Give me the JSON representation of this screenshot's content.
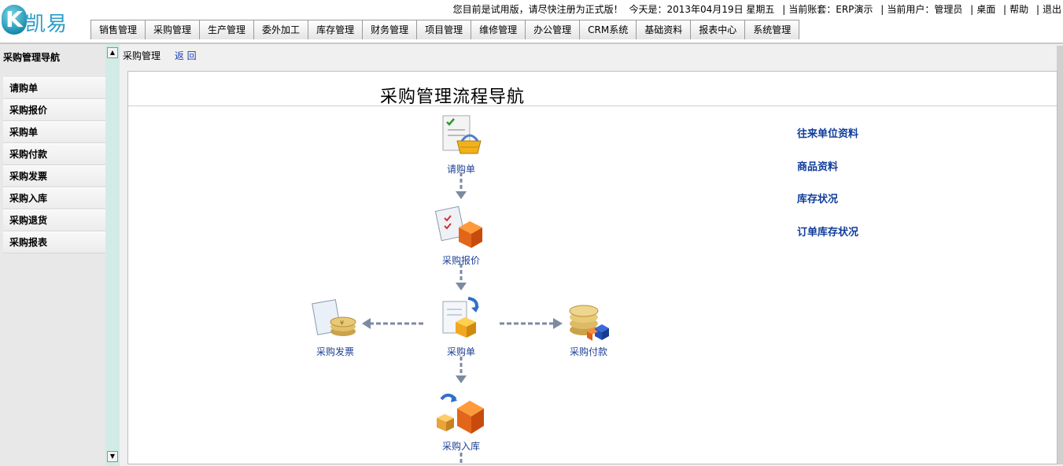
{
  "app": {
    "logo_letter": "K",
    "logo_text": "凯易通"
  },
  "topbar": {
    "trial_notice": "您目前是试用版，请尽快注册为正式版！",
    "date": "今天是：2013年04月19日  星期五",
    "account": "当前账套：ERP演示",
    "user": "当前用户：管理员",
    "desktop": "桌面",
    "help": "帮助",
    "logout": "退出"
  },
  "nav": {
    "tabs": [
      "销售管理",
      "采购管理",
      "生产管理",
      "委外加工",
      "库存管理",
      "财务管理",
      "项目管理",
      "维修管理",
      "办公管理",
      "CRM系统",
      "基础资料",
      "报表中心",
      "系统管理"
    ]
  },
  "sidebar": {
    "title": "采购管理导航",
    "items": [
      "请购单",
      "采购报价",
      "采购单",
      "采购付款",
      "采购发票",
      "采购入库",
      "采购退货",
      "采购报表"
    ]
  },
  "breadcrumb": {
    "current": "采购管理",
    "back": "返 回"
  },
  "flow": {
    "title": "采购管理流程导航",
    "nodes": {
      "requisition": "请购单",
      "quotation": "采购报价",
      "order": "采购单",
      "invoice": "采购发票",
      "payment": "采购付款",
      "warehousing": "采购入库"
    }
  },
  "quick_links": [
    "往来单位资料",
    "商品资料",
    "库存状况",
    "订单库存状况"
  ],
  "colors": {
    "link": "#103c9b",
    "node_label": "#1c3f93",
    "splitter": "#d2ebe6",
    "sidebar_bg": "#e8e8e8"
  }
}
